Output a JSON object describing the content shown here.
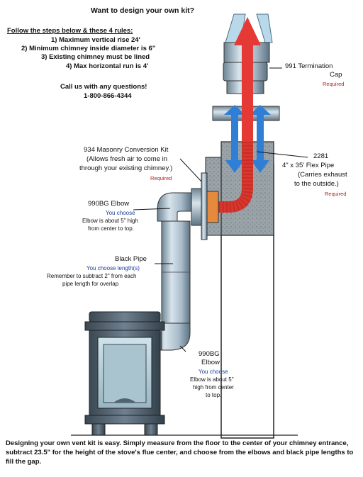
{
  "header": {
    "title": "Want to design your own kit?",
    "rules_heading": "Follow the steps below & these 4 rules:",
    "rules": [
      "1) Maximum vertical rise 24'",
      "2) Minimum chimney inside diameter is 6\"",
      "3) Existing chimney must be lined",
      "4) Max horizontal run is 4'"
    ],
    "call_line": "Call us with any questions!",
    "phone": "1-800-866-4344"
  },
  "parts": {
    "termination_cap": {
      "line1": "991 Termination",
      "line2": "Cap",
      "tag": "Required"
    },
    "masonry_kit": {
      "line1": "934 Masonry Conversion Kit",
      "line2": "(Allows fresh air to come in",
      "line3": "through your existing chimney.)",
      "tag": "Required"
    },
    "flex_pipe": {
      "line1": "2281",
      "line2": "4\" x 35' Flex Pipe",
      "line3": "(Carries exhaust",
      "line4": "to the outside.)",
      "tag": "Required"
    },
    "elbow_top": {
      "title": "990BG Elbow",
      "choose": "You choose",
      "note1": "Elbow is about 5\" high",
      "note2": "from center to top."
    },
    "black_pipe": {
      "title": "Black Pipe",
      "choose": "You choose length(s)",
      "note1": "Remember to subtract 2\" from each",
      "note2": "pipe length for overlap"
    },
    "elbow_bottom": {
      "title1": "990BG",
      "title2": "Elbow",
      "choose": "You choose",
      "note1": "Elbow is about 5\"",
      "note2": "high from center",
      "note3": "to top."
    }
  },
  "footer": {
    "text": "Designing your own vent kit is easy. Simply measure from the floor to the center of your chimney entrance, subtract 23.5\" for the height of the stove's flue center, and choose from the elbows and black pipe lengths to fill the gap."
  },
  "colors": {
    "accent_red": "#b0231f",
    "arrow_red": "#e53935",
    "arrow_blue": "#2f7fd6",
    "pipe_steel": "#9db3c2",
    "chimney": "#ffffff",
    "stove": "#4a5a66"
  }
}
